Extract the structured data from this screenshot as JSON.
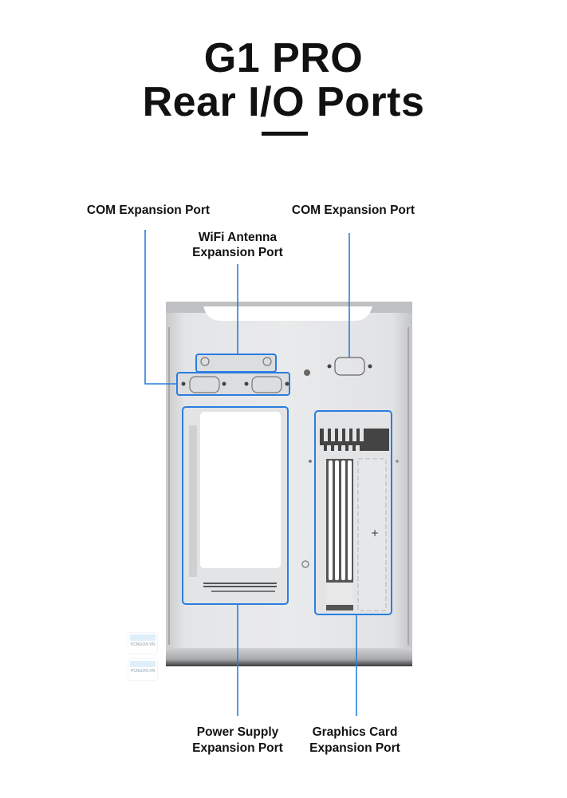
{
  "title": {
    "line1": "G1 PRO",
    "line2": "Rear I/O Ports"
  },
  "labels": {
    "com_left": "COM Expansion Port",
    "wifi_line1": "WiFi Antenna",
    "wifi_line2": "Expansion Port",
    "com_right": "COM Expansion Port",
    "psu_line1": "Power Supply",
    "psu_line2": "Expansion Port",
    "gpu_line1": "Graphics Card",
    "gpu_line2": "Expansion Port"
  },
  "watermark": "PCNGON.VN",
  "colors": {
    "callout": "#2a7de1",
    "panel": "#d9dadc",
    "text": "#111111"
  }
}
